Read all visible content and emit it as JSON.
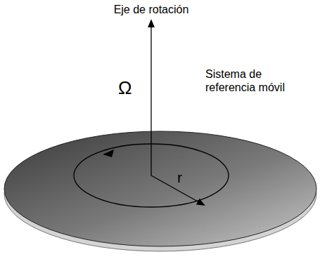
{
  "diagram": {
    "labels": [
      "Eje de rotación",
      "Ω",
      "Sistema de referencia móvil",
      "r"
    ]
  }
}
